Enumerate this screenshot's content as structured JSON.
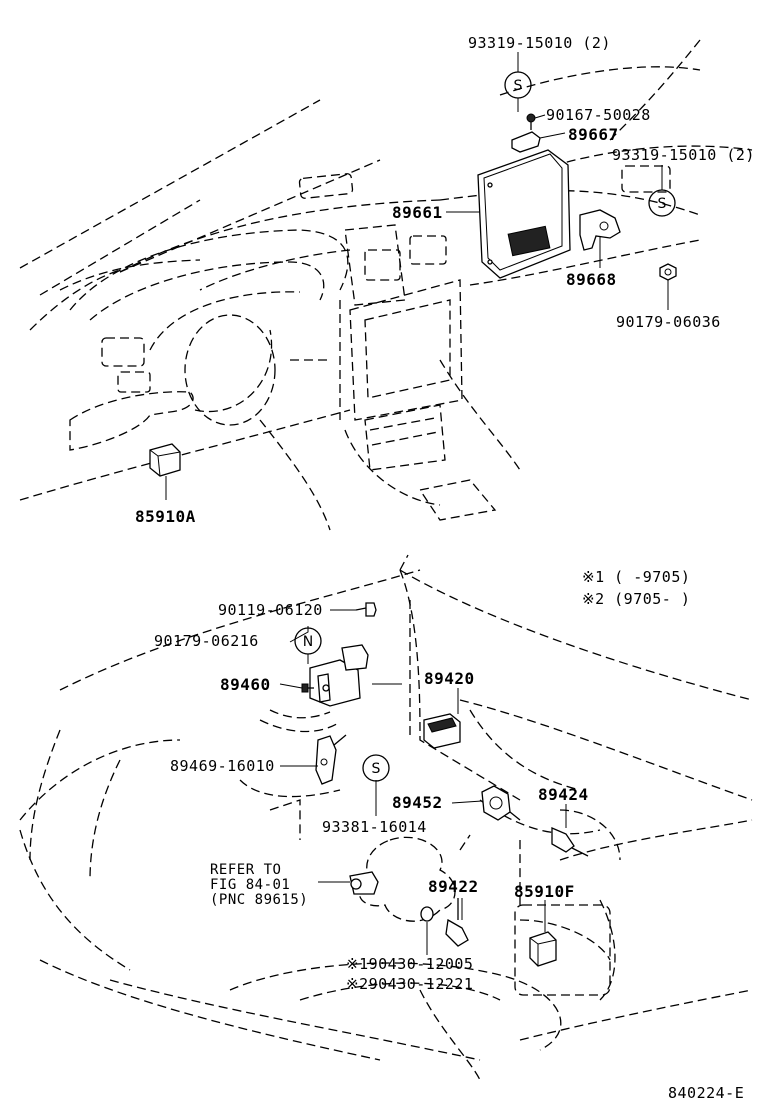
{
  "upper": {
    "parts": {
      "p93319_top": "93319-15010 (2)",
      "p90167": "90167-50028",
      "p89667": "89667",
      "p93319_right": "93319-15010 (2)",
      "p89661": "89661",
      "p89668": "89668",
      "p90179_06036": "90179-06036",
      "p85910A": "85910A"
    },
    "symbols": {
      "s_top": "S",
      "s_right": "S"
    }
  },
  "notes": {
    "note1": "※1 (     -9705)",
    "note2": "※2 (9705-     )"
  },
  "lower": {
    "parts": {
      "p90119": "90119-06120",
      "p90179_06216": "90179-06216",
      "p89460": "89460",
      "p89420": "89420",
      "p89469": "89469-16010",
      "p93381": "93381-16014",
      "p89452": "89452",
      "p89424": "89424",
      "p89422": "89422",
      "p85910F": "85910F",
      "p190430": "※190430-12005",
      "p290430": "※290430-12221"
    },
    "refer": {
      "line1": "REFER TO",
      "line2": "FIG 84-01",
      "line3": "(PNC 89615)"
    },
    "symbols": {
      "n_sym": "N",
      "s_low": "S"
    }
  },
  "figure_code": "840224-E"
}
